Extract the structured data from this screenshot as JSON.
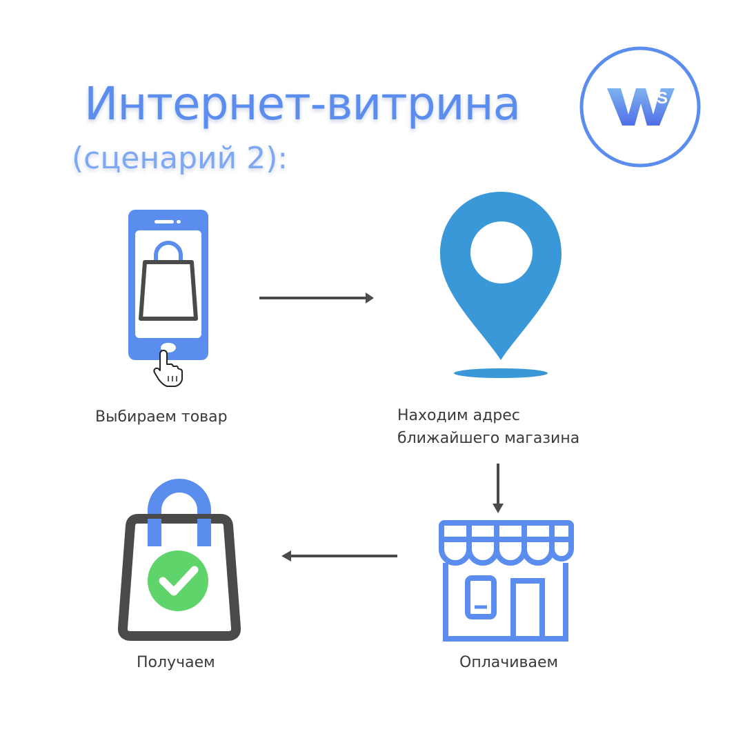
{
  "header": {
    "title": "Интернет-витрина",
    "subtitle": "(сценарий 2):",
    "logo_letters": "W S"
  },
  "steps": [
    {
      "label": "Выбираем товар",
      "icon": "phone-shopping-bag-icon"
    },
    {
      "label_line1": "Находим адрес",
      "label_line2": "ближайшего магазина",
      "icon": "location-pin-icon"
    },
    {
      "label": "Оплачиваем",
      "icon": "store-icon"
    },
    {
      "label": "Получаем",
      "icon": "bag-check-icon"
    }
  ],
  "colors": {
    "accent_blue": "#5b8def",
    "pin_blue": "#3a98d9",
    "dark_gray": "#4a4a4a",
    "check_green": "#5fd46a"
  }
}
